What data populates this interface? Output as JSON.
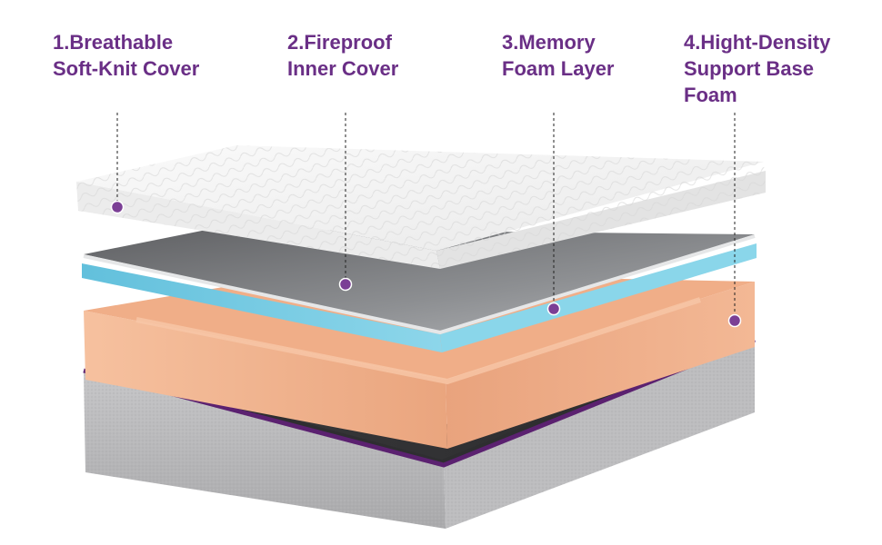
{
  "layers": [
    {
      "label": "1.Breathable\nSoft-Knit Cover"
    },
    {
      "label": "2.Fireproof\nInner Cover"
    },
    {
      "label": "3.Memory\nFoam Layer"
    },
    {
      "label": "4.Hight-Density\nSupport  Base\nFoam"
    }
  ],
  "colors": {
    "label_text": "#6a2f86",
    "marker": "#7b3f95",
    "cover": "#f2f2f2",
    "inner_cover": "#7e8083",
    "memory_foam_edge": "#74c9e2",
    "support_foam": "#f2b48f",
    "base_fabric": "#b9b9bb",
    "base_trim": "#5b2170"
  }
}
